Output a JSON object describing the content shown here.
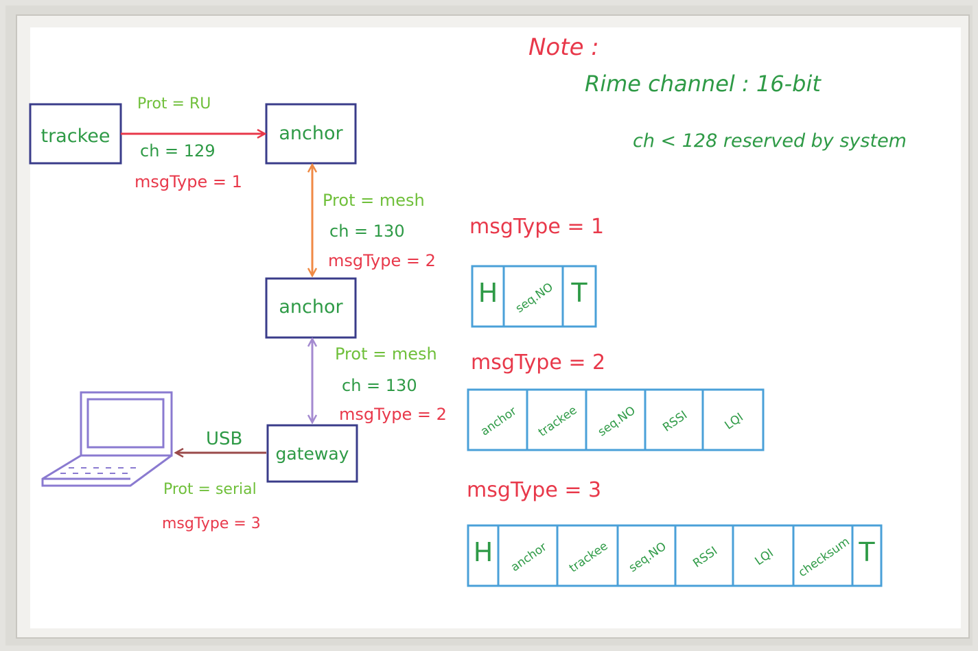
{
  "note": {
    "heading": "Note :",
    "line1": "Rime channel : 16-bit",
    "line2": "ch < 128 reserved by system"
  },
  "nodes": {
    "trackee": "trackee",
    "anchor1": "anchor",
    "anchor2": "anchor",
    "gateway": "gateway"
  },
  "links": {
    "trackee_anchor": {
      "prot": "Prot = RU",
      "ch": "ch = 129",
      "msg": "msgType = 1"
    },
    "anchor_anchor": {
      "prot": "Prot = mesh",
      "ch": "ch = 130",
      "msg": "msgType = 2"
    },
    "anchor_gateway": {
      "prot": "Prot = mesh",
      "ch": "ch = 130",
      "msg": "msgType = 2"
    },
    "gateway_laptop": {
      "usb": "USB",
      "prot": "Prot = serial",
      "msg": "msgType = 3"
    }
  },
  "formats": {
    "type1": {
      "title": "msgType = 1",
      "fields": [
        "H",
        "seq.NO",
        "T"
      ]
    },
    "type2": {
      "title": "msgType = 2",
      "fields": [
        "anchor",
        "trackee",
        "seq.NO",
        "RSSI",
        "LQI"
      ]
    },
    "type3": {
      "title": "msgType = 3",
      "fields": [
        "H",
        "anchor",
        "trackee",
        "seq.NO",
        "RSSI",
        "LQI",
        "checksum",
        "T"
      ]
    }
  },
  "colors": {
    "red": "#e8384a",
    "green": "#2e9a46",
    "lightgreen": "#6fbf3a",
    "navy": "#3a3c8a",
    "purple": "#a48ad0",
    "orange": "#f08a44",
    "blue": "#4aa0d8",
    "maroon": "#9a4a4a"
  }
}
